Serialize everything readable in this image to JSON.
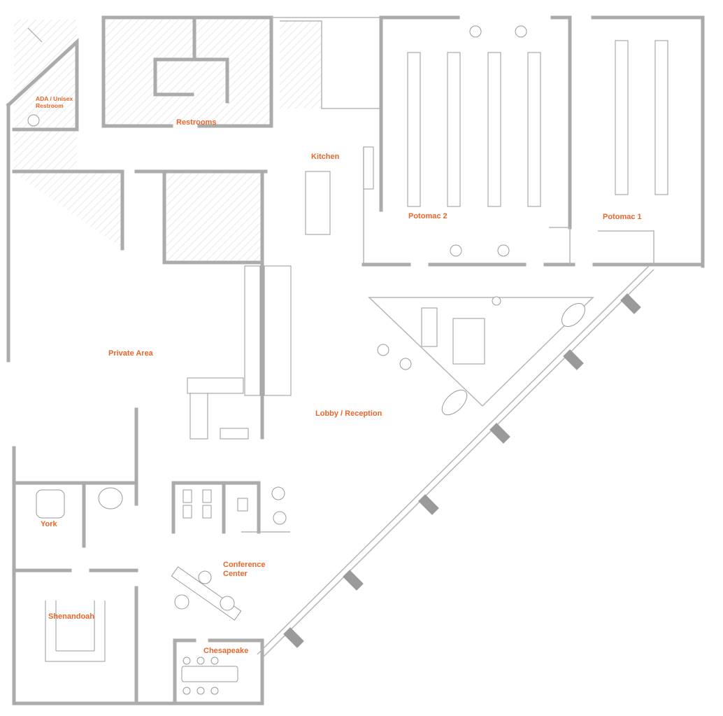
{
  "floor_plan": {
    "rooms": {
      "ada_restroom": "ADA / Unisex\nRestroom",
      "restrooms": "Restrooms",
      "kitchen": "Kitchen",
      "potomac_2": "Potomac 2",
      "potomac_1": "Potomac 1",
      "private_area": "Private Area",
      "lobby": "Lobby / Reception",
      "york": "York",
      "conference_center": "Conference\nCenter",
      "shenandoah": "Shenandoah",
      "chesapeake": "Chesapeake"
    },
    "colors": {
      "label": "#e8662a",
      "wall": "#ababab"
    }
  }
}
